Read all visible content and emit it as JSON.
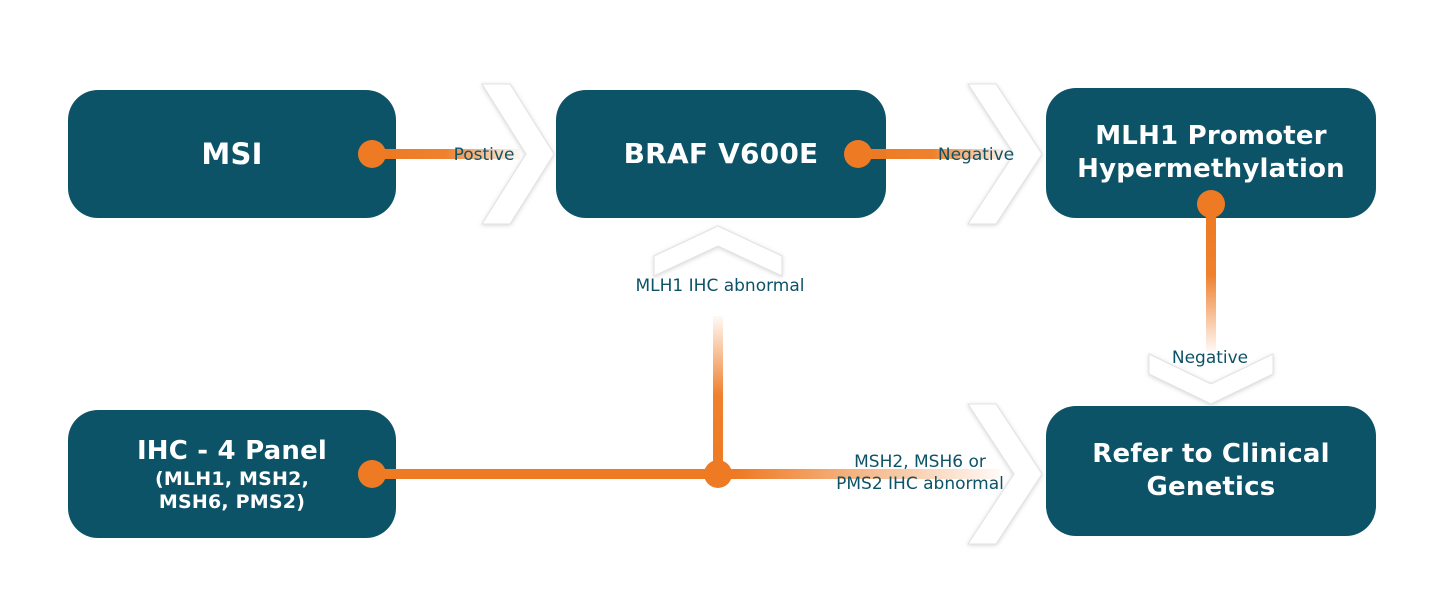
{
  "colors": {
    "box_fill": "#0D5368",
    "box_text": "#FFFFFF",
    "connector_orange": "#EE7A23",
    "edge_label_text": "#0D5368",
    "background": "#FFFFFF"
  },
  "boxes": {
    "msi": {
      "label": "MSI"
    },
    "braf": {
      "label": "BRAF V600E"
    },
    "mlh1_promoter": {
      "line1": "MLH1 Promoter",
      "line2": "Hypermethylation"
    },
    "refer_genetics": {
      "line1": "Refer to Clinical",
      "line2": "Genetics"
    },
    "ihc_panel": {
      "title": "IHC - 4 Panel",
      "sub_line1": "(MLH1, MSH2,",
      "sub_line2": "MSH6, PMS2)"
    }
  },
  "edge_labels": {
    "msi_to_braf": "Postive",
    "braf_to_mlh1": "Negative",
    "mlh1_to_refer": "Negative",
    "ihc_to_braf": "MLH1 IHC abnormal",
    "ihc_to_refer_line1": "MSH2, MSH6 or",
    "ihc_to_refer_line2": "PMS2 IHC abnormal"
  }
}
